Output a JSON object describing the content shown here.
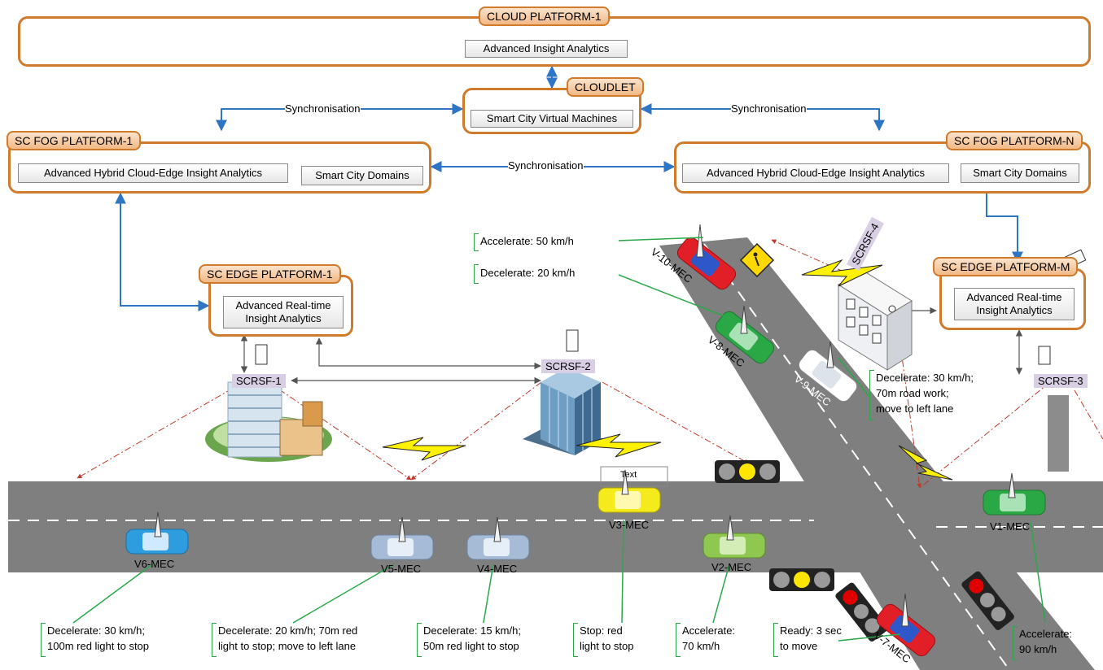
{
  "cloud": {
    "title": "CLOUD PLATFORM-1",
    "box": "Advanced Insight Analytics"
  },
  "cloudlet": {
    "title": "CLOUDLET",
    "box": "Smart City Virtual Machines"
  },
  "fog1": {
    "title": "SC FOG PLATFORM-1",
    "box1": "Advanced Hybrid Cloud-Edge Insight Analytics",
    "box2": "Smart City Domains"
  },
  "fogN": {
    "title": "SC FOG PLATFORM-N",
    "box1": "Advanced Hybrid Cloud-Edge Insight Analytics",
    "box2": "Smart City Domains"
  },
  "edge1": {
    "title": "SC EDGE PLATFORM-1",
    "box_l1": "Advanced  Real-time",
    "box_l2": "Insight Analytics"
  },
  "edgeM": {
    "title": "SC EDGE PLATFORM-M",
    "box_l1": "Advanced  Real-time",
    "box_l2": "Insight Analytics"
  },
  "sync": {
    "left": "Synchronisation",
    "right": "Synchronisation",
    "middle": "Synchronisation"
  },
  "scrsf": {
    "s1": "SCRSF-1",
    "s2": "SCRSF-2",
    "s3": "SCRSF-3",
    "s4": "SCRSF-4"
  },
  "placeholder_text": "Text",
  "vehicles": {
    "v1": "V1-MEC",
    "v2": "V2-MEC",
    "v3": "V3-MEC",
    "v4": "V4-MEC",
    "v5": "V5-MEC",
    "v6": "V6-MEC",
    "v7": "V-7-MEC",
    "v8": "V-8-MEC",
    "v9": "V-9-MEC",
    "v10": "V-10-MEC"
  },
  "notes": {
    "accel50": "Accelerate: 50 km/h",
    "decel20": "Decelerate: 20 km/h",
    "v9_l1": "Decelerate: 30 km/h;",
    "v9_l2": "70m road work;",
    "v9_l3": "move to left lane",
    "v6_l1": "Decelerate: 30 km/h;",
    "v6_l2": "100m  red light to stop",
    "v5_l1": "Decelerate: 20 km/h;  70m red",
    "v5_l2": "light to stop; move to left lane",
    "v4_l1": "Decelerate: 15 km/h;",
    "v4_l2": "50m  red light to stop",
    "v3_l1": "Stop: red",
    "v3_l2": "light to stop",
    "v2_l1": "Accelerate:",
    "v2_l2": "70 km/h",
    "v7_l1": "Ready: 3 sec",
    "v7_l2": "to move",
    "v1_l1": "Accelerate:",
    "v1_l2": "90 km/h"
  },
  "colors": {
    "platform_border": "#d07a2c",
    "link_blue": "#2e75c6",
    "note_green": "#2aa84a",
    "road": "#7f7f7f",
    "wireless_red": "#c0392b"
  },
  "icons": [
    "antenna-icon",
    "car-icon",
    "traffic-light-icon",
    "camera-icon",
    "building-icon",
    "lightning-icon",
    "roadwork-sign-icon"
  ]
}
